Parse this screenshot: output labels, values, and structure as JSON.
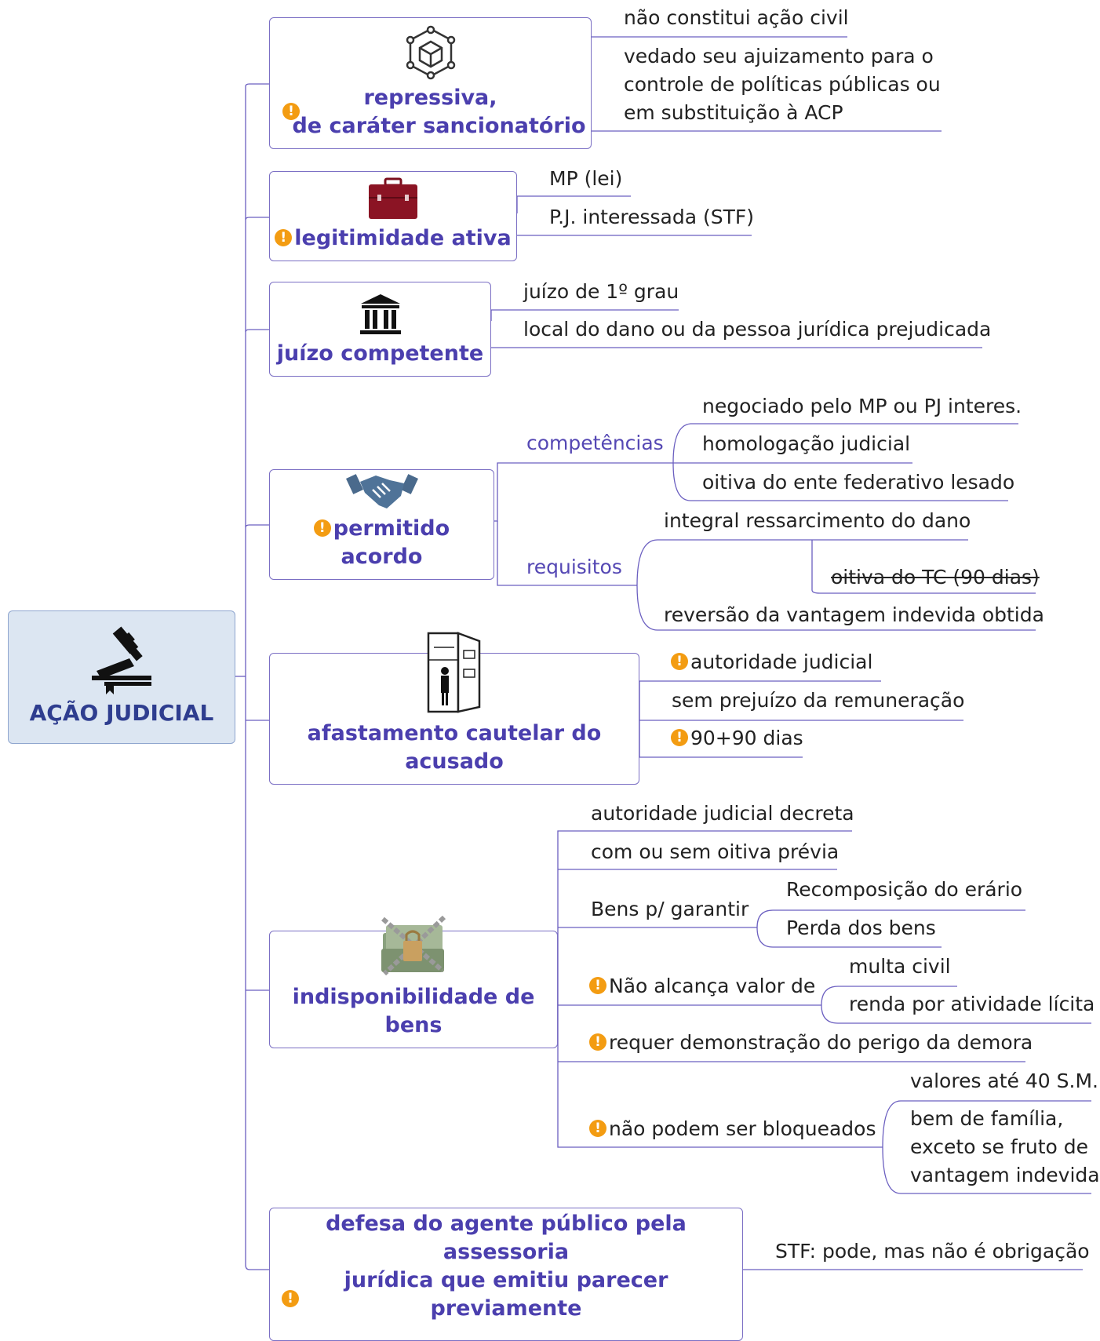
{
  "root": {
    "title": "AÇÃO JUDICIAL",
    "icon": "gavel-icon"
  },
  "branches": {
    "repressiva": {
      "title_line1": "repressiva,",
      "title_line2": "de caráter sancionatório",
      "icon": "network-cube-icon",
      "leaves": [
        "não constitui ação civil",
        "vedado seu ajuizamento para o",
        "controle de políticas públicas ou",
        "em substituição à ACP"
      ]
    },
    "legitimidade": {
      "title": "legitimidade ativa",
      "icon": "briefcase-icon",
      "leaves": [
        "MP (lei)",
        "P.J. interessada (STF)"
      ]
    },
    "juizo": {
      "title": "juízo competente",
      "icon": "courthouse-icon",
      "leaves": [
        "juízo de 1º grau",
        "local do dano ou da pessoa jurídica prejudicada"
      ]
    },
    "acordo": {
      "title": "permitido acordo",
      "icon": "handshake-icon",
      "competencias_label": "competências",
      "competencias": [
        "negociado pelo MP ou PJ interes.",
        "homologação judicial",
        "oitiva do ente federativo lesado"
      ],
      "requisitos_label": "requisitos",
      "requisitos": [
        "integral ressarcimento do dano",
        "oitiva do TC (90 dias)",
        "reversão da vantagem indevida obtida"
      ]
    },
    "afastamento": {
      "title": "afastamento cautelar do acusado",
      "icon": "refrigerator-person-icon",
      "leaves": [
        "autoridade judicial",
        "sem prejuízo da remuneração",
        "90+90 dias"
      ]
    },
    "indisponibilidade": {
      "title": "indisponibilidade de bens",
      "icon": "chained-money-icon",
      "leaf1": "autoridade judicial decreta",
      "leaf2": "com ou sem oitiva prévia",
      "bens_label": "Bens p/ garantir",
      "bens": [
        "Recomposição do erário",
        "Perda dos bens"
      ],
      "nao_alcanca_label": "Não alcança valor de",
      "nao_alcanca": [
        "multa civil",
        "renda por atividade lícita"
      ],
      "requer": "requer demonstração do perigo da demora",
      "nao_bloq_label": "não podem ser bloqueados",
      "nao_bloq": [
        "valores até 40 S.M.",
        "bem de família,",
        "exceto se fruto de",
        "vantagem indevida"
      ]
    },
    "defesa": {
      "title_line1": "defesa do agente público pela assessoria",
      "title_line2": "jurídica que emitiu parecer previamente",
      "icon": "lawyer-icon",
      "leaves": [
        "STF: pode, mas não é obrigação"
      ]
    }
  },
  "warning_symbol": "!",
  "colors": {
    "branch_text": "#4b3fae",
    "line": "#6b5fc0",
    "warning": "#f39c12",
    "root_fill": "#dce6f2"
  }
}
